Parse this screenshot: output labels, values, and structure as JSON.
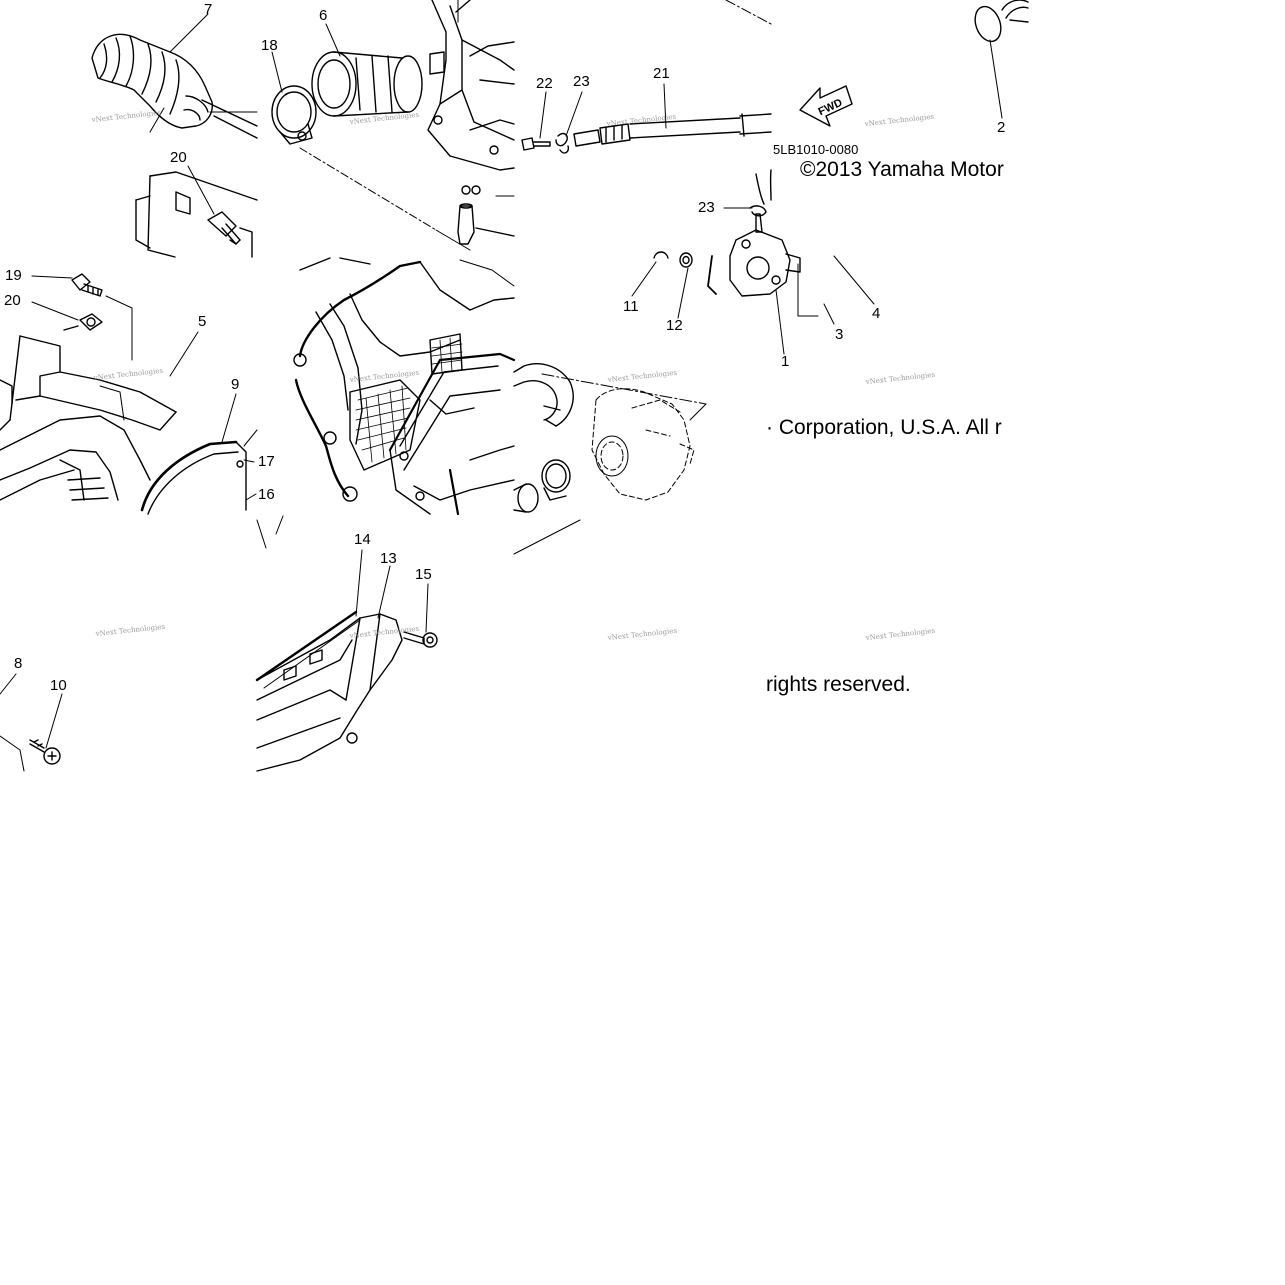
{
  "callouts": [
    {
      "id": "c7",
      "text": "7"
    },
    {
      "id": "c6",
      "text": "6"
    },
    {
      "id": "c18",
      "text": "18"
    },
    {
      "id": "c20a",
      "text": "20"
    },
    {
      "id": "c22",
      "text": "22"
    },
    {
      "id": "c23a",
      "text": "23"
    },
    {
      "id": "c21",
      "text": "21"
    },
    {
      "id": "c2",
      "text": "2"
    },
    {
      "id": "c23b",
      "text": "23"
    },
    {
      "id": "c11",
      "text": "11"
    },
    {
      "id": "c12",
      "text": "12"
    },
    {
      "id": "c4",
      "text": "4"
    },
    {
      "id": "c3",
      "text": "3"
    },
    {
      "id": "c1",
      "text": "1"
    },
    {
      "id": "c19",
      "text": "19"
    },
    {
      "id": "c20b",
      "text": "20"
    },
    {
      "id": "c5",
      "text": "5"
    },
    {
      "id": "c9",
      "text": "9"
    },
    {
      "id": "c17",
      "text": "17"
    },
    {
      "id": "c16",
      "text": "16"
    },
    {
      "id": "c14",
      "text": "14"
    },
    {
      "id": "c13",
      "text": "13"
    },
    {
      "id": "c15",
      "text": "15"
    },
    {
      "id": "c8",
      "text": "8"
    },
    {
      "id": "c10",
      "text": "10"
    }
  ],
  "fwd_label": "FWD",
  "part_code": "5LB1010-0080",
  "copyright": {
    "line1": "©2013 Yamaha Motor",
    "line2": "· Corporation, U.S.A. All r",
    "line3": "rights reserved."
  },
  "watermark": "vNext Technologies"
}
